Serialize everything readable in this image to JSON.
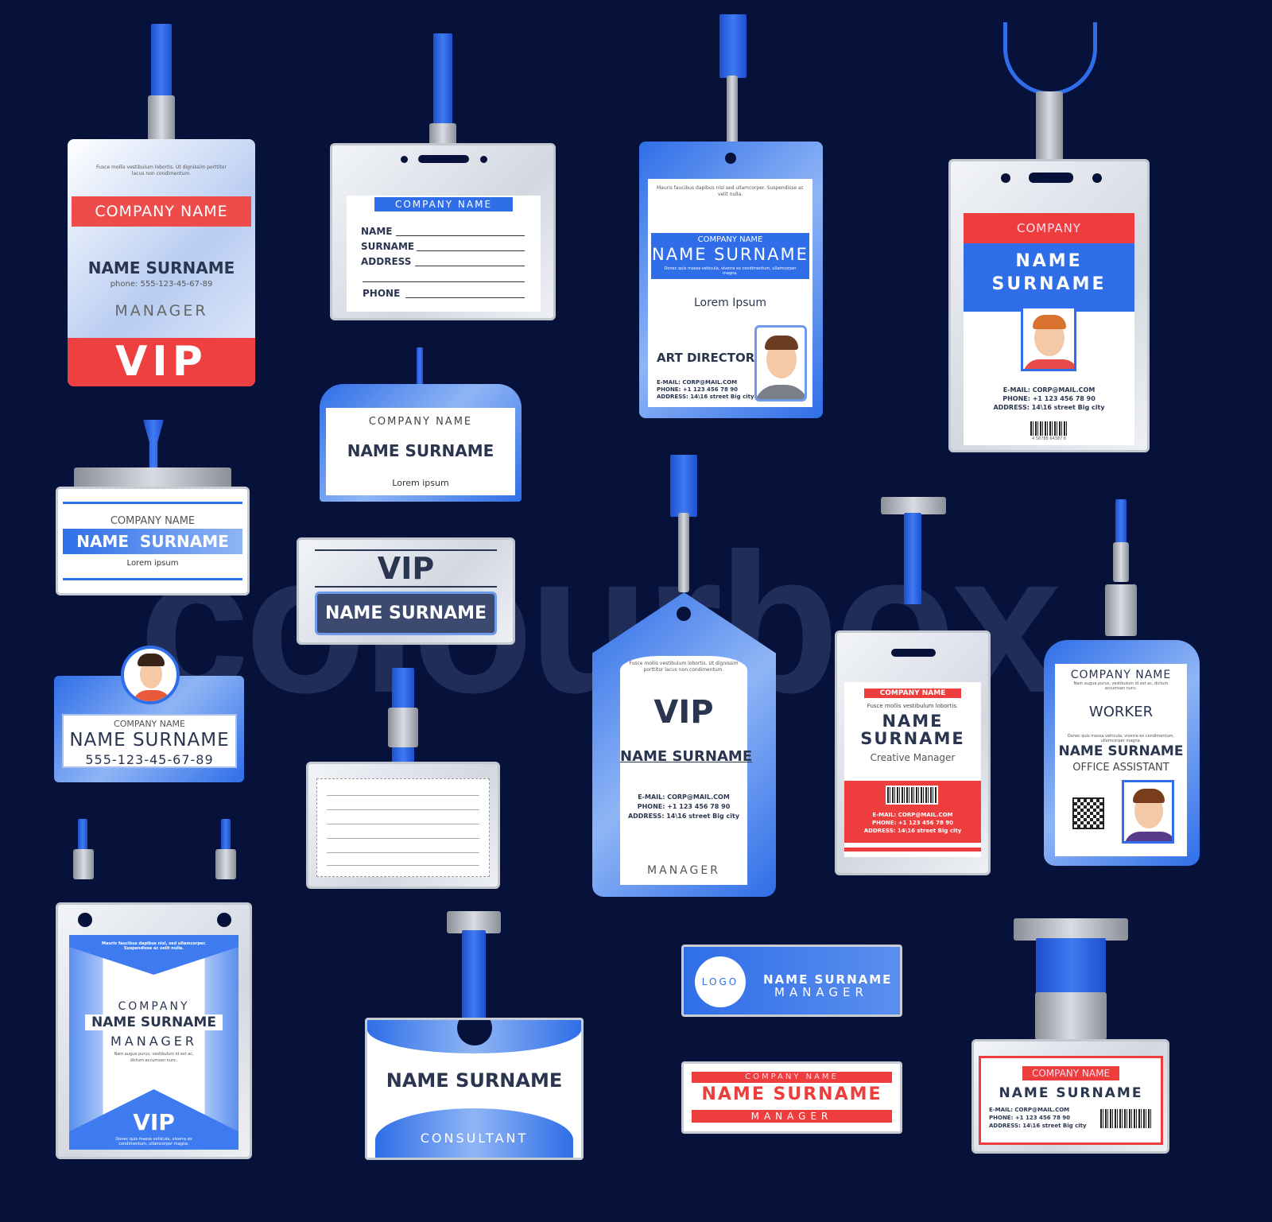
{
  "watermark": "colourbox",
  "colors": {
    "background": "#07123b",
    "blue": "#2f6ee8",
    "red": "#e83a3a",
    "navy": "#2a3550"
  },
  "badges": [
    {
      "small": "Fusce mollis vestibulum lobortis. Ut dignissim porttitor lacus non condimentum.",
      "company": "COMPANY NAME",
      "name": "NAME SURNAME",
      "phone": "phone: 555-123-45-67-89",
      "role": "MANAGER",
      "vip": "VIP"
    },
    {
      "company": "COMPANY NAME",
      "fields": [
        "NAME",
        "SURNAME",
        "ADDRESS",
        "PHONE"
      ]
    },
    {
      "small": "Mauris faucibus dapibus nisl sed ullamcorper. Suspendisse ac velit nulla.",
      "company": "COMPANY NAME",
      "name": "NAME SURNAME",
      "small2": "Donec quis massa vehicula, viverra ex condimentum, ullamcorper magna.",
      "lorem": "Lorem Ipsum",
      "role": "ART DIRECTOR",
      "email": "E-MAIL: CORP@MAIL.COM",
      "phone": "PHONE: +1 123 456 78 90",
      "address": "ADDRESS: 14\\16 street Big city"
    },
    {
      "company": "COMPANY",
      "name1": "NAME",
      "name2": "SURNAME",
      "email": "E-MAIL: CORP@MAIL.COM",
      "phone": "PHONE: +1 123 456 78 90",
      "address": "ADDRESS: 14\\16 street Big city",
      "barcode": "4 56788 64387 6"
    },
    {
      "company": "COMPANY NAME",
      "name": "NAME  SURNAME",
      "lorem": "Lorem ipsum"
    },
    {
      "company": "COMPANY NAME",
      "name": "NAME SURNAME",
      "lorem": "Lorem ipsum"
    },
    {
      "vip": "VIP",
      "name": "NAME SURNAME"
    },
    {
      "company": "COMPANY NAME",
      "name": "NAME SURNAME",
      "phone": "555-123-45-67-89"
    },
    {},
    {
      "small": "Fusce mollis vestibulum lobortis. Ut dignissim porttitor lacus non condimentum.",
      "vip": "VIP",
      "name": "NAME SURNAME",
      "email": "E-MAIL: CORP@MAIL.COM",
      "phone": "PHONE: +1 123 456 78 90",
      "address": "ADDRESS: 14\\16 street Big city",
      "role": "MANAGER"
    },
    {
      "company": "COMPANY NAME",
      "small": "Fusce mollis vestibulum lobortis.",
      "name1": "NAME",
      "name2": "SURNAME",
      "role": "Creative Manager",
      "email": "E-MAIL: CORP@MAIL.COM",
      "phone": "PHONE: +1 123 456 78 90",
      "address": "ADDRESS: 14\\16 street Big city"
    },
    {
      "company": "COMPANY NAME",
      "small": "Nam augue purus, vestibulum id est ac, dictum accumsan nunc.",
      "role": "WORKER",
      "small2": "Donec quis massa vehicula, viverra ex condimentum, ullamcorper magna.",
      "name": "NAME SURNAME",
      "title": "OFFICE ASSISTANT"
    },
    {
      "small": "Mauris faucibus dapibus nisl, sed ullamcorper. Suspendisse ac velit nulla.",
      "company": "COMPANY",
      "name": "NAME SURNAME",
      "role": "MANAGER",
      "small2": "Nam augue purus, vestibulum id est ac, dictum accumsan nunc.",
      "vip": "VIP",
      "small3": "Donec quis massa vehicula, viverra ex condimentum, ullamcorper magna."
    },
    {
      "name": "NAME SURNAME",
      "role": "CONSULTANT"
    },
    {
      "logo": "LOGO",
      "name": "NAME SURNAME",
      "role": "MANAGER"
    },
    {
      "company": "COMPANY NAME",
      "name": "NAME SURNAME",
      "role": "MANAGER"
    },
    {
      "company": "COMPANY NAME",
      "name": "NAME SURNAME",
      "email": "E-MAIL: CORP@MAIL.COM",
      "phone": "PHONE: +1 123 456 78 90",
      "address": "ADDRESS: 14\\16 street Big city"
    }
  ]
}
